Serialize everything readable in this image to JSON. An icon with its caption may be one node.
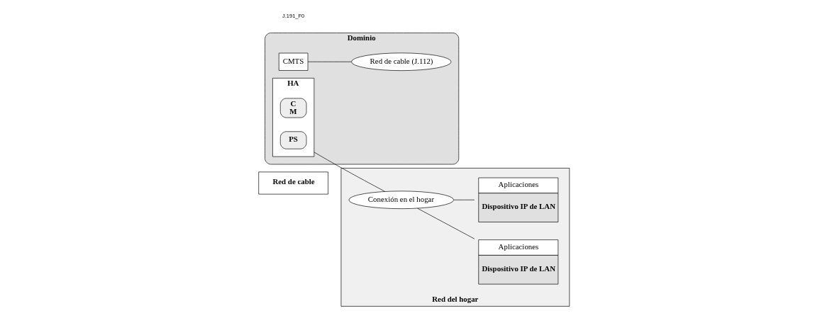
{
  "diagram": {
    "nodes": [
      {
        "text": [
          "Red de cable"
        ]
      },
      {
        "text": [
          "Red del hogar"
        ]
      },
      {
        "text": [
          "Dominio"
        ]
      },
      {
        "text": [
          "CMTS"
        ],
        "in": 2
      },
      {
        "text": [
          "Red de cable (J.112)"
        ],
        "in": 2
      },
      {
        "text": [
          "HA"
        ],
        "in": 2
      },
      {
        "text": [
          "C M"
        ],
        "in": 5
      },
      {
        "text": [
          "PS"
        ],
        "in": 5
      },
      {
        "text": [
          "Conexión en el hogar"
        ],
        "in": 1
      },
      {
        "text": [
          "Aplicaciones",
          "Dispositivo IP de LAN"
        ],
        "in": 1
      },
      {
        "text": [
          "Aplicaciones",
          "Dispositivo IP de LAN"
        ],
        "in": 1
      }
    ],
    "edges": [
      {
        "from": 3,
        "to": 4,
        "arrow": "none"
      },
      {
        "from": 5,
        "to": 8,
        "arrow": "none"
      },
      {
        "from": 8,
        "to": 9,
        "arrow": "none"
      },
      {
        "from": 8,
        "to": 10,
        "arrow": "none"
      }
    ],
    "labels": [
      "J.191_F0"
    ]
  }
}
